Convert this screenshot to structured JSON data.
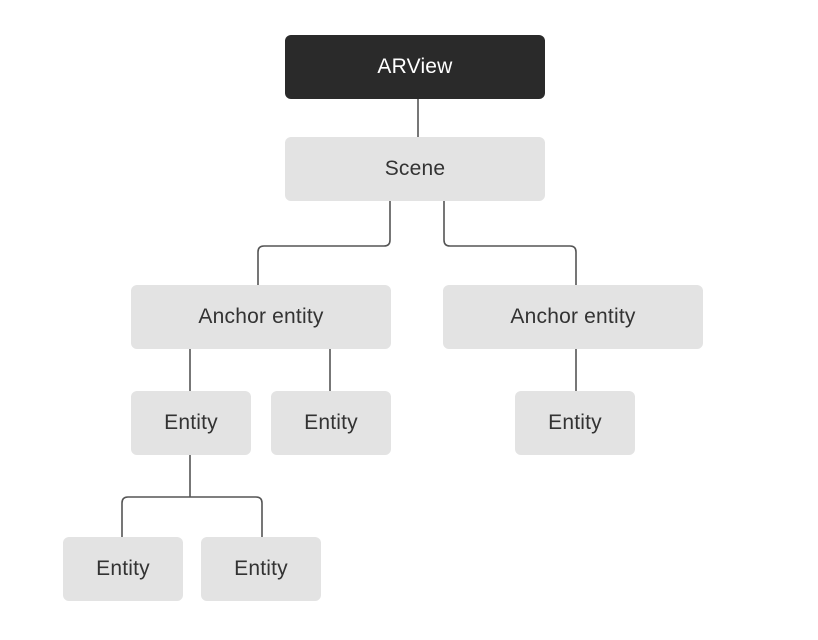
{
  "diagram": {
    "nodes": {
      "arview": "ARView",
      "scene": "Scene",
      "anchor_1": "Anchor entity",
      "anchor_2": "Anchor entity",
      "entity_1": "Entity",
      "entity_2": "Entity",
      "entity_3": "Entity",
      "entity_4": "Entity",
      "entity_5": "Entity"
    },
    "hierarchy": [
      {
        "from": "arview",
        "to": "scene"
      },
      {
        "from": "scene",
        "to": "anchor_1"
      },
      {
        "from": "scene",
        "to": "anchor_2"
      },
      {
        "from": "anchor_1",
        "to": "entity_1"
      },
      {
        "from": "anchor_1",
        "to": "entity_2"
      },
      {
        "from": "anchor_2",
        "to": "entity_3"
      },
      {
        "from": "entity_1",
        "to": "entity_4"
      },
      {
        "from": "entity_1",
        "to": "entity_5"
      }
    ],
    "colors": {
      "root_fill": "#2a2a2a",
      "root_text": "#ffffff",
      "node_fill": "#e3e3e3",
      "node_text": "#333333",
      "connector": "#555555",
      "background": "#ffffff"
    }
  }
}
